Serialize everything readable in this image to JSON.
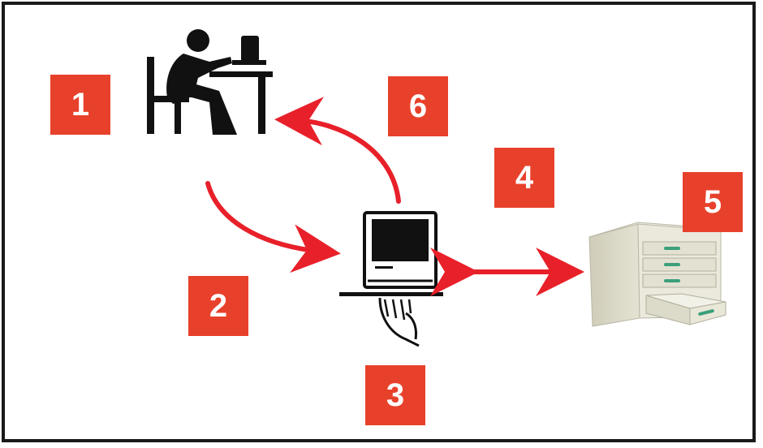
{
  "badge_color": "#e8412b",
  "arrow_color": "#e8202a",
  "steps": [
    {
      "label": "1"
    },
    {
      "label": "2"
    },
    {
      "label": "3"
    },
    {
      "label": "4"
    },
    {
      "label": "5"
    },
    {
      "label": "6"
    }
  ],
  "icons": {
    "user": "person-at-desk-icon",
    "computer": "computer-served-on-tray-icon",
    "storage": "file-cabinet-icon"
  }
}
